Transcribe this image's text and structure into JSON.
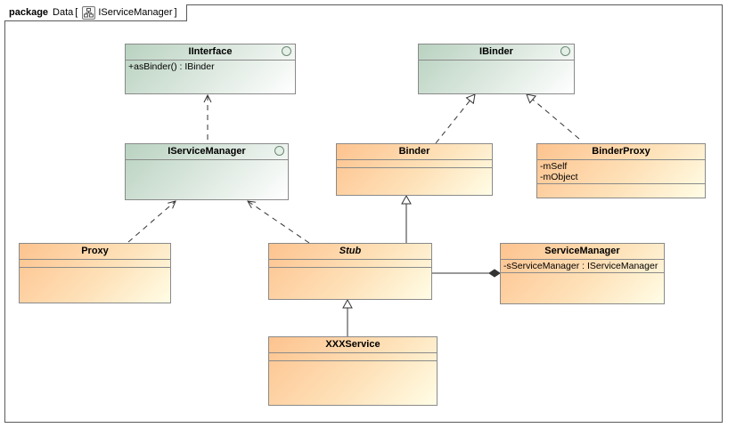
{
  "frame": {
    "keyword": "package",
    "name": "Data",
    "diagram_name": "IServiceManager",
    "icon": "class-diagram-icon"
  },
  "classes": {
    "iinterface": {
      "name": "IInterface",
      "members": [
        "+asBinder() : IBinder"
      ]
    },
    "ibinder": {
      "name": "IBinder",
      "members": []
    },
    "iservicemanager": {
      "name": "IServiceManager",
      "members": []
    },
    "binder": {
      "name": "Binder",
      "members": []
    },
    "binderproxy": {
      "name": "BinderProxy",
      "members": [
        "-mSelf",
        "-mObject"
      ]
    },
    "proxy": {
      "name": "Proxy",
      "members": []
    },
    "stub": {
      "name": "Stub",
      "members": []
    },
    "servicemanager": {
      "name": "ServiceManager",
      "members": [
        "-sServiceManager : IServiceManager"
      ]
    },
    "xxxservice": {
      "name": "XXXService",
      "members": []
    }
  },
  "colors": {
    "interface_fill": "#b9d2c0",
    "class_fill": "#fdc38f",
    "border": "#8a8a8a"
  }
}
